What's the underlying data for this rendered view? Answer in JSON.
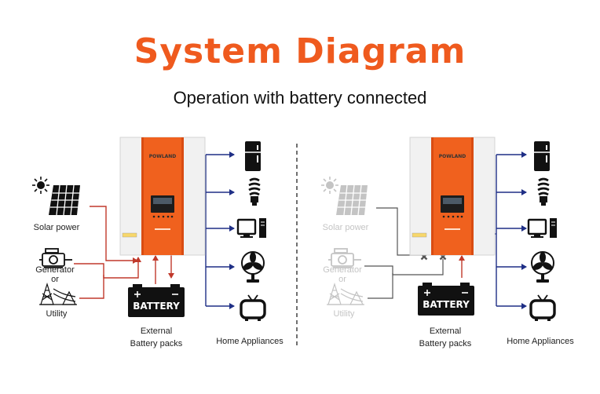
{
  "title": "System Diagram",
  "subtitle": "Operation with battery connected",
  "colors": {
    "title": "#ef5a1e",
    "inverter_orange": "#f0611e",
    "blue_line": "#1f2f86",
    "red_line": "#c0392b",
    "dim": "#c4c4c4"
  },
  "left": {
    "brand": "POWLAND",
    "sources": [
      "Solar power",
      "Generator",
      "or",
      "Utility"
    ],
    "battery_label": "BATTERY",
    "battery_caption": [
      "External",
      "Battery packs"
    ],
    "appliances_caption": "Home Appliances"
  },
  "right": {
    "brand": "POWLAND",
    "sources": [
      "Solar power",
      "Generator",
      "or",
      "Utility"
    ],
    "battery_label": "BATTERY",
    "battery_caption": [
      "External",
      "Battery packs"
    ],
    "appliances_caption": "Home Appliances"
  },
  "icons": [
    "sun-icon",
    "solar-panel-icon",
    "generator-icon",
    "utility-tower-icon",
    "inverter-icon",
    "battery-icon",
    "fridge-icon",
    "bulb-icon",
    "computer-icon",
    "fan-icon",
    "tv-icon",
    "blocked-x-icon"
  ]
}
